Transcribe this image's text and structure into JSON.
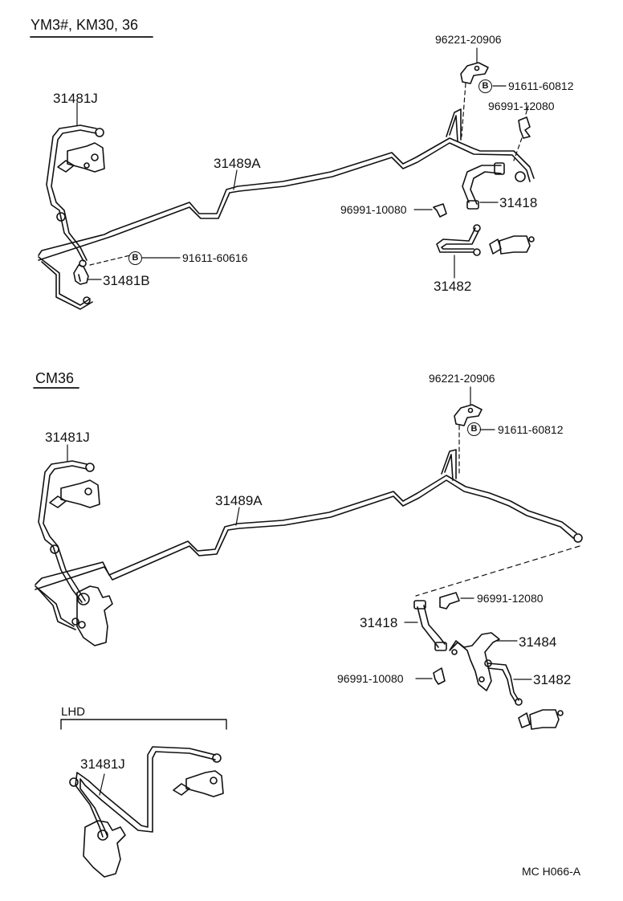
{
  "sections": {
    "top": {
      "title": "YM3#, KM30, 36",
      "labels": {
        "p31481J": "31481J",
        "p31489A": "31489A",
        "p31481B": "31481B",
        "p91611_60616": "91611-60616",
        "p96221_20906": "96221-20906",
        "p91611_60812": "91611-60812",
        "p96991_12080": "96991-12080",
        "p31418": "31418",
        "p96991_10080": "96991-10080",
        "p31482": "31482"
      },
      "bolt_marker": "B"
    },
    "middle": {
      "title": "CM36",
      "labels": {
        "p31481J": "31481J",
        "p31489A": "31489A",
        "p96221_20906": "96221-20906",
        "p91611_60812": "91611-60812",
        "p96991_12080": "96991-12080",
        "p31418": "31418",
        "p31484": "31484",
        "p96991_10080": "96991-10080",
        "p31482": "31482"
      },
      "bolt_marker": "B"
    },
    "lhd": {
      "title": "LHD",
      "labels": {
        "p31481J": "31481J"
      }
    }
  },
  "footer": {
    "code": "MC  H066-A"
  }
}
